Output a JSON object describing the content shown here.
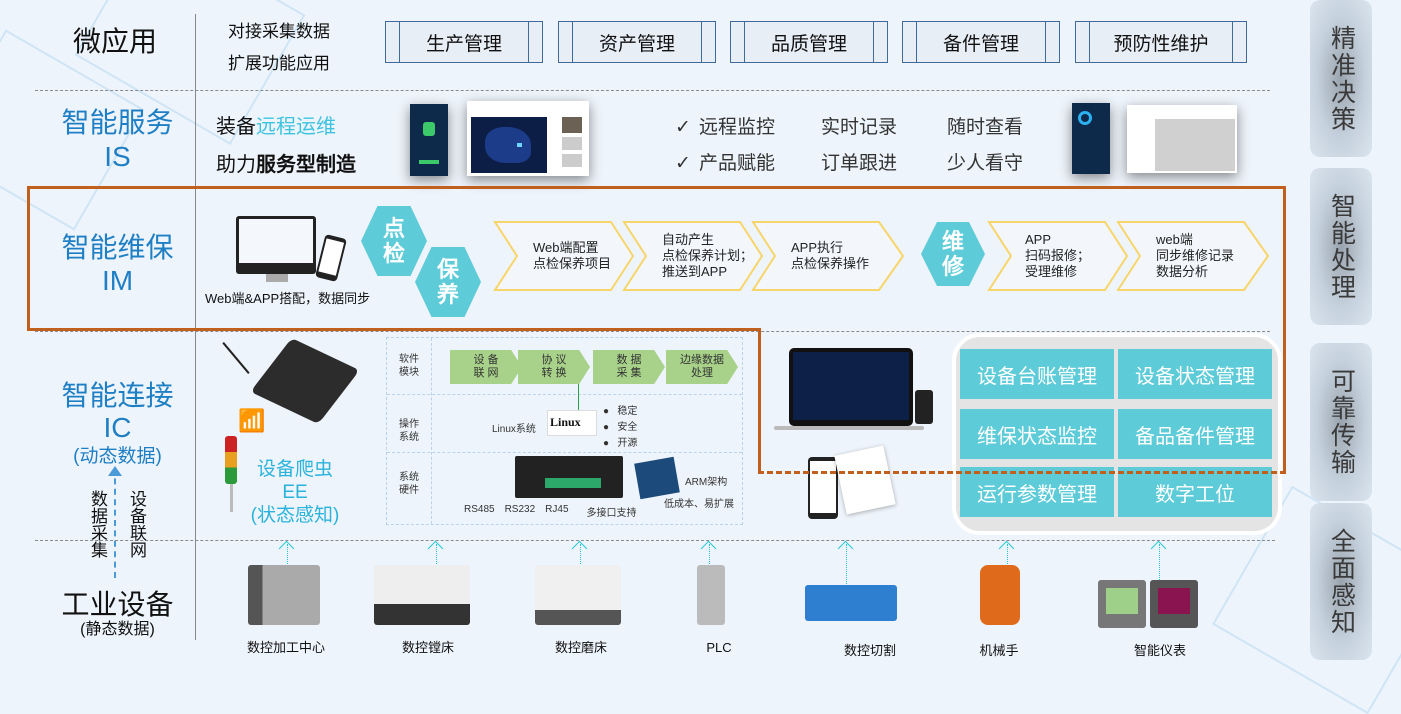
{
  "side_labels": [
    "精准决策",
    "智能处理",
    "可靠传输",
    "全面感知"
  ],
  "layers": {
    "micro_app": {
      "title": "微应用",
      "desc": [
        "对接采集数据",
        "扩展功能应用"
      ],
      "modules": [
        "生产管理",
        "资产管理",
        "品质管理",
        "备件管理",
        "预防性维护"
      ]
    },
    "is": {
      "title": "智能服务",
      "abbr": "IS",
      "line1_prefix": "装备",
      "line1_highlight": "远程运维",
      "line2_prefix": "助力",
      "line2_bold": "服务型制造",
      "features_row1": [
        "远程监控",
        "实时记录",
        "随时查看"
      ],
      "features_row2": [
        "产品赋能",
        "订单跟进",
        "少人看守"
      ],
      "check": "✓"
    },
    "im": {
      "title": "智能维保",
      "abbr": "IM",
      "device_caption": "Web端&APP搭配，数据同步",
      "hex_inspect": "点\n检",
      "hex_maintain": "保\n养",
      "hex_repair": "维\n修",
      "steps_maintain": [
        "Web端配置\n点检保养项目",
        "自动产生\n点检保养计划；\n推送到APP",
        "APP执行\n点检保养操作"
      ],
      "steps_repair": [
        "APP\n扫码报修；\n受理维修",
        "web端\n同步维修记录\n数据分析"
      ]
    },
    "ic": {
      "title": "智能连接",
      "abbr": "IC",
      "sub": "(动态数据)",
      "vertical_left": "数据采集",
      "vertical_right": "设备联网",
      "crawler_title": "设备爬虫",
      "crawler_abbr": "EE",
      "crawler_sub": "(状态感知)",
      "arch": {
        "row_labels": [
          "软件\n模块",
          "操作\n系统",
          "系统\n硬件"
        ],
        "software_modules": [
          "设 备\n联 网",
          "协 议\n转 换",
          "数 据\n采 集",
          "边缘数据\n处理"
        ],
        "os_label": "Linux系统",
        "linux_logo": "Linux",
        "os_bullets": [
          "稳定",
          "安全",
          "开源"
        ],
        "hw_ports": [
          "RS485",
          "RS232",
          "RJ45",
          "多接口支持"
        ],
        "arm_title": "ARM架构",
        "arm_sub": "低成本、易扩展"
      },
      "functions": [
        "设备台账管理",
        "设备状态管理",
        "维保状态监控",
        "备品备件管理",
        "运行参数管理",
        "数字工位"
      ]
    },
    "equipment": {
      "title": "工业设备",
      "sub": "(静态数据)",
      "items": [
        "数控加工中心",
        "数控镗床",
        "数控磨床",
        "PLC",
        "数控切割",
        "机械手",
        "智能仪表"
      ]
    }
  },
  "colors": {
    "accent_blue": "#1f7fc4",
    "teal": "#5ecbd8",
    "orange_border": "#c0601c",
    "chevron_yellow": "#f8d56b",
    "green_module": "#a8d28a"
  }
}
